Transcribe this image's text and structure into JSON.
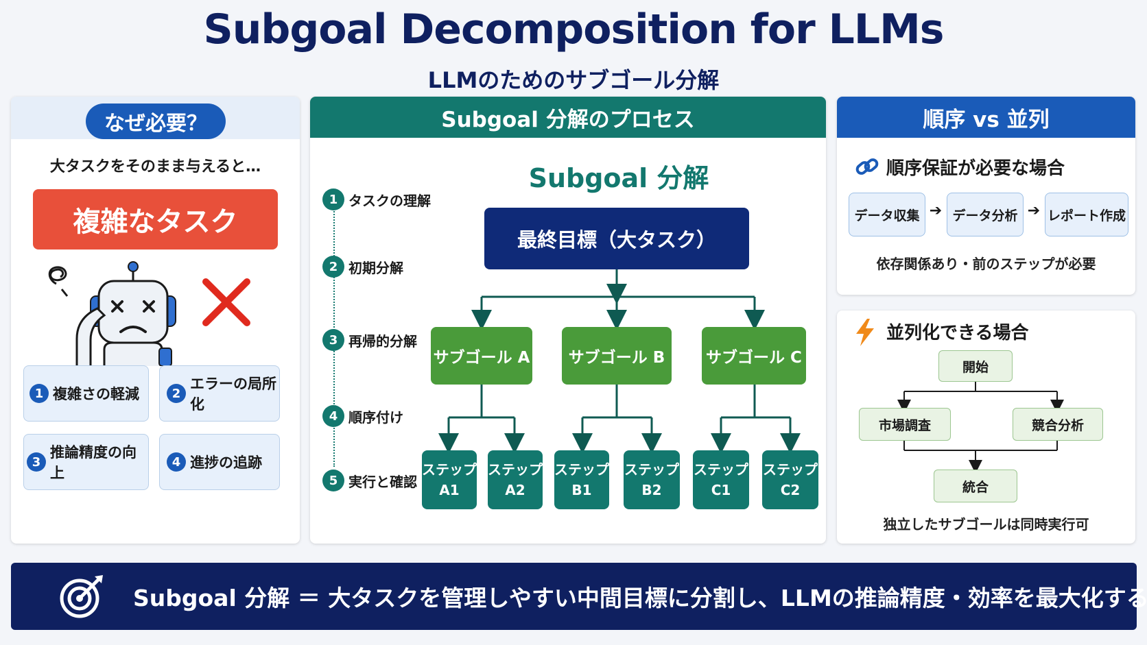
{
  "title": "Subgoal Decomposition for LLMs",
  "subtitle": "LLMのためのサブゴール分解",
  "colors": {
    "navy": "#0f2060",
    "teal": "#13786e",
    "blue": "#1a5bb8",
    "green": "#4a9b3a",
    "red": "#e8503a",
    "orange": "#f08a1a"
  },
  "left_panel": {
    "pill": "なぜ必要？",
    "lead": "大タスクをそのまま与えると…",
    "complex_task": "複雑なタスク",
    "icons": [
      "confused-robot-icon",
      "cross-icon",
      "scribble-icon"
    ],
    "benefits": [
      {
        "num": "1",
        "label": "複雑さの軽減"
      },
      {
        "num": "2",
        "label": "エラーの局所化"
      },
      {
        "num": "3",
        "label": "推論精度の向上"
      },
      {
        "num": "4",
        "label": "進捗の追跡"
      }
    ]
  },
  "middle_panel": {
    "header": "Subgoal 分解のプロセス",
    "diagram_title": "Subgoal 分解",
    "steps": [
      {
        "num": "1",
        "label": "タスクの理解"
      },
      {
        "num": "2",
        "label": "初期分解"
      },
      {
        "num": "3",
        "label": "再帰的分解"
      },
      {
        "num": "4",
        "label": "順序付け"
      },
      {
        "num": "5",
        "label": "実行と確認"
      }
    ],
    "root": "最終目標（大タスク）",
    "subgoals": [
      "サブゴール A",
      "サブゴール B",
      "サブゴール C"
    ],
    "leaf_steps": [
      "ステップ\nA1",
      "ステップ\nA2",
      "ステップ\nB1",
      "ステップ\nB2",
      "ステップ\nC1",
      "ステップ\nC2"
    ]
  },
  "right_top": {
    "header": "順序 vs 並列",
    "heading": "順序保証が必要な場合",
    "icon": "link-icon",
    "sequence": [
      "データ収集",
      "データ分析",
      "レポート作成"
    ],
    "arrow": "➔",
    "note": "依存関係あり・前のステップが必要"
  },
  "right_bottom": {
    "heading": "並列化できる場合",
    "icon": "lightning-icon",
    "start": "開始",
    "branches": [
      "市場調査",
      "競合分析"
    ],
    "merge": "統合",
    "note": "独立したサブゴールは同時実行可"
  },
  "footer": {
    "icon": "target-icon",
    "text": "Subgoal 分解 ＝ 大タスクを管理しやすい中間目標に分割し、LLMの推論精度・効率を最大化する"
  }
}
